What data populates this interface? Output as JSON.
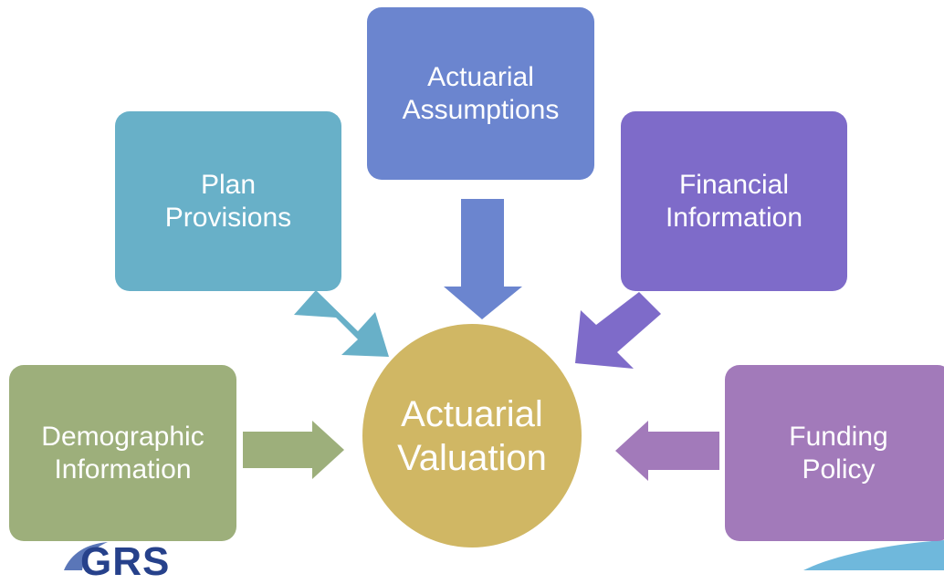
{
  "nodes": {
    "plan_provisions": "Plan\nProvisions",
    "actuarial_assumptions": "Actuarial\nAssumptions",
    "financial_information": "Financial\nInformation",
    "demographic_information": "Demographic\nInformation",
    "funding_policy": "Funding\nPolicy"
  },
  "center": {
    "label": "Actuarial\nValuation"
  },
  "logo": {
    "text": "GRS"
  },
  "colors": {
    "plan": "#68b0c8",
    "assumptions": "#6b85cf",
    "financial": "#7e6bc9",
    "demographic": "#9daf7b",
    "funding": "#a27aba",
    "center": "#d0b764"
  }
}
